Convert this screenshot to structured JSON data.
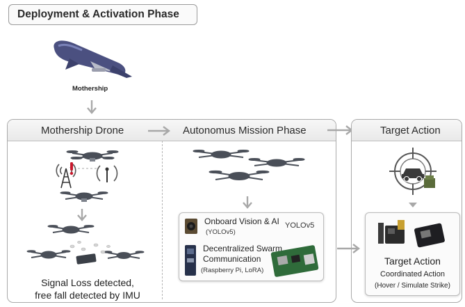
{
  "colors": {
    "arrow": "#a8a8a8",
    "drone": "#4a4f58",
    "mothership": "#4b5080",
    "chip_red": "#c8182c"
  },
  "header": {
    "phase_title": "Deployment & Activation Phase"
  },
  "mothership": {
    "label": "Mothership",
    "icon": "mothership-aircraft-icon"
  },
  "panels": {
    "mothership_drone": {
      "title": "Mothership Drone",
      "status_text_line1": "Signal Loss detected,",
      "status_text_line2": "free fall detected by IMU"
    },
    "autonomous": {
      "title": "Autonomus Mission Phase",
      "vision_title": "Onboard Vision & AI",
      "vision_sub": "(YOLOv5)",
      "yolo_logo": "YOLOv5",
      "swarm_title_line1": "Decentralized Swarm",
      "swarm_title_line2": "Communication",
      "swarm_sub": "(Raspberry Pi, LoRA)"
    },
    "target": {
      "title": "Target Action",
      "card_title": "Target Action",
      "card_line1": "Coordinated Action",
      "card_line2": "(Hover / Simulate Strike)"
    }
  }
}
